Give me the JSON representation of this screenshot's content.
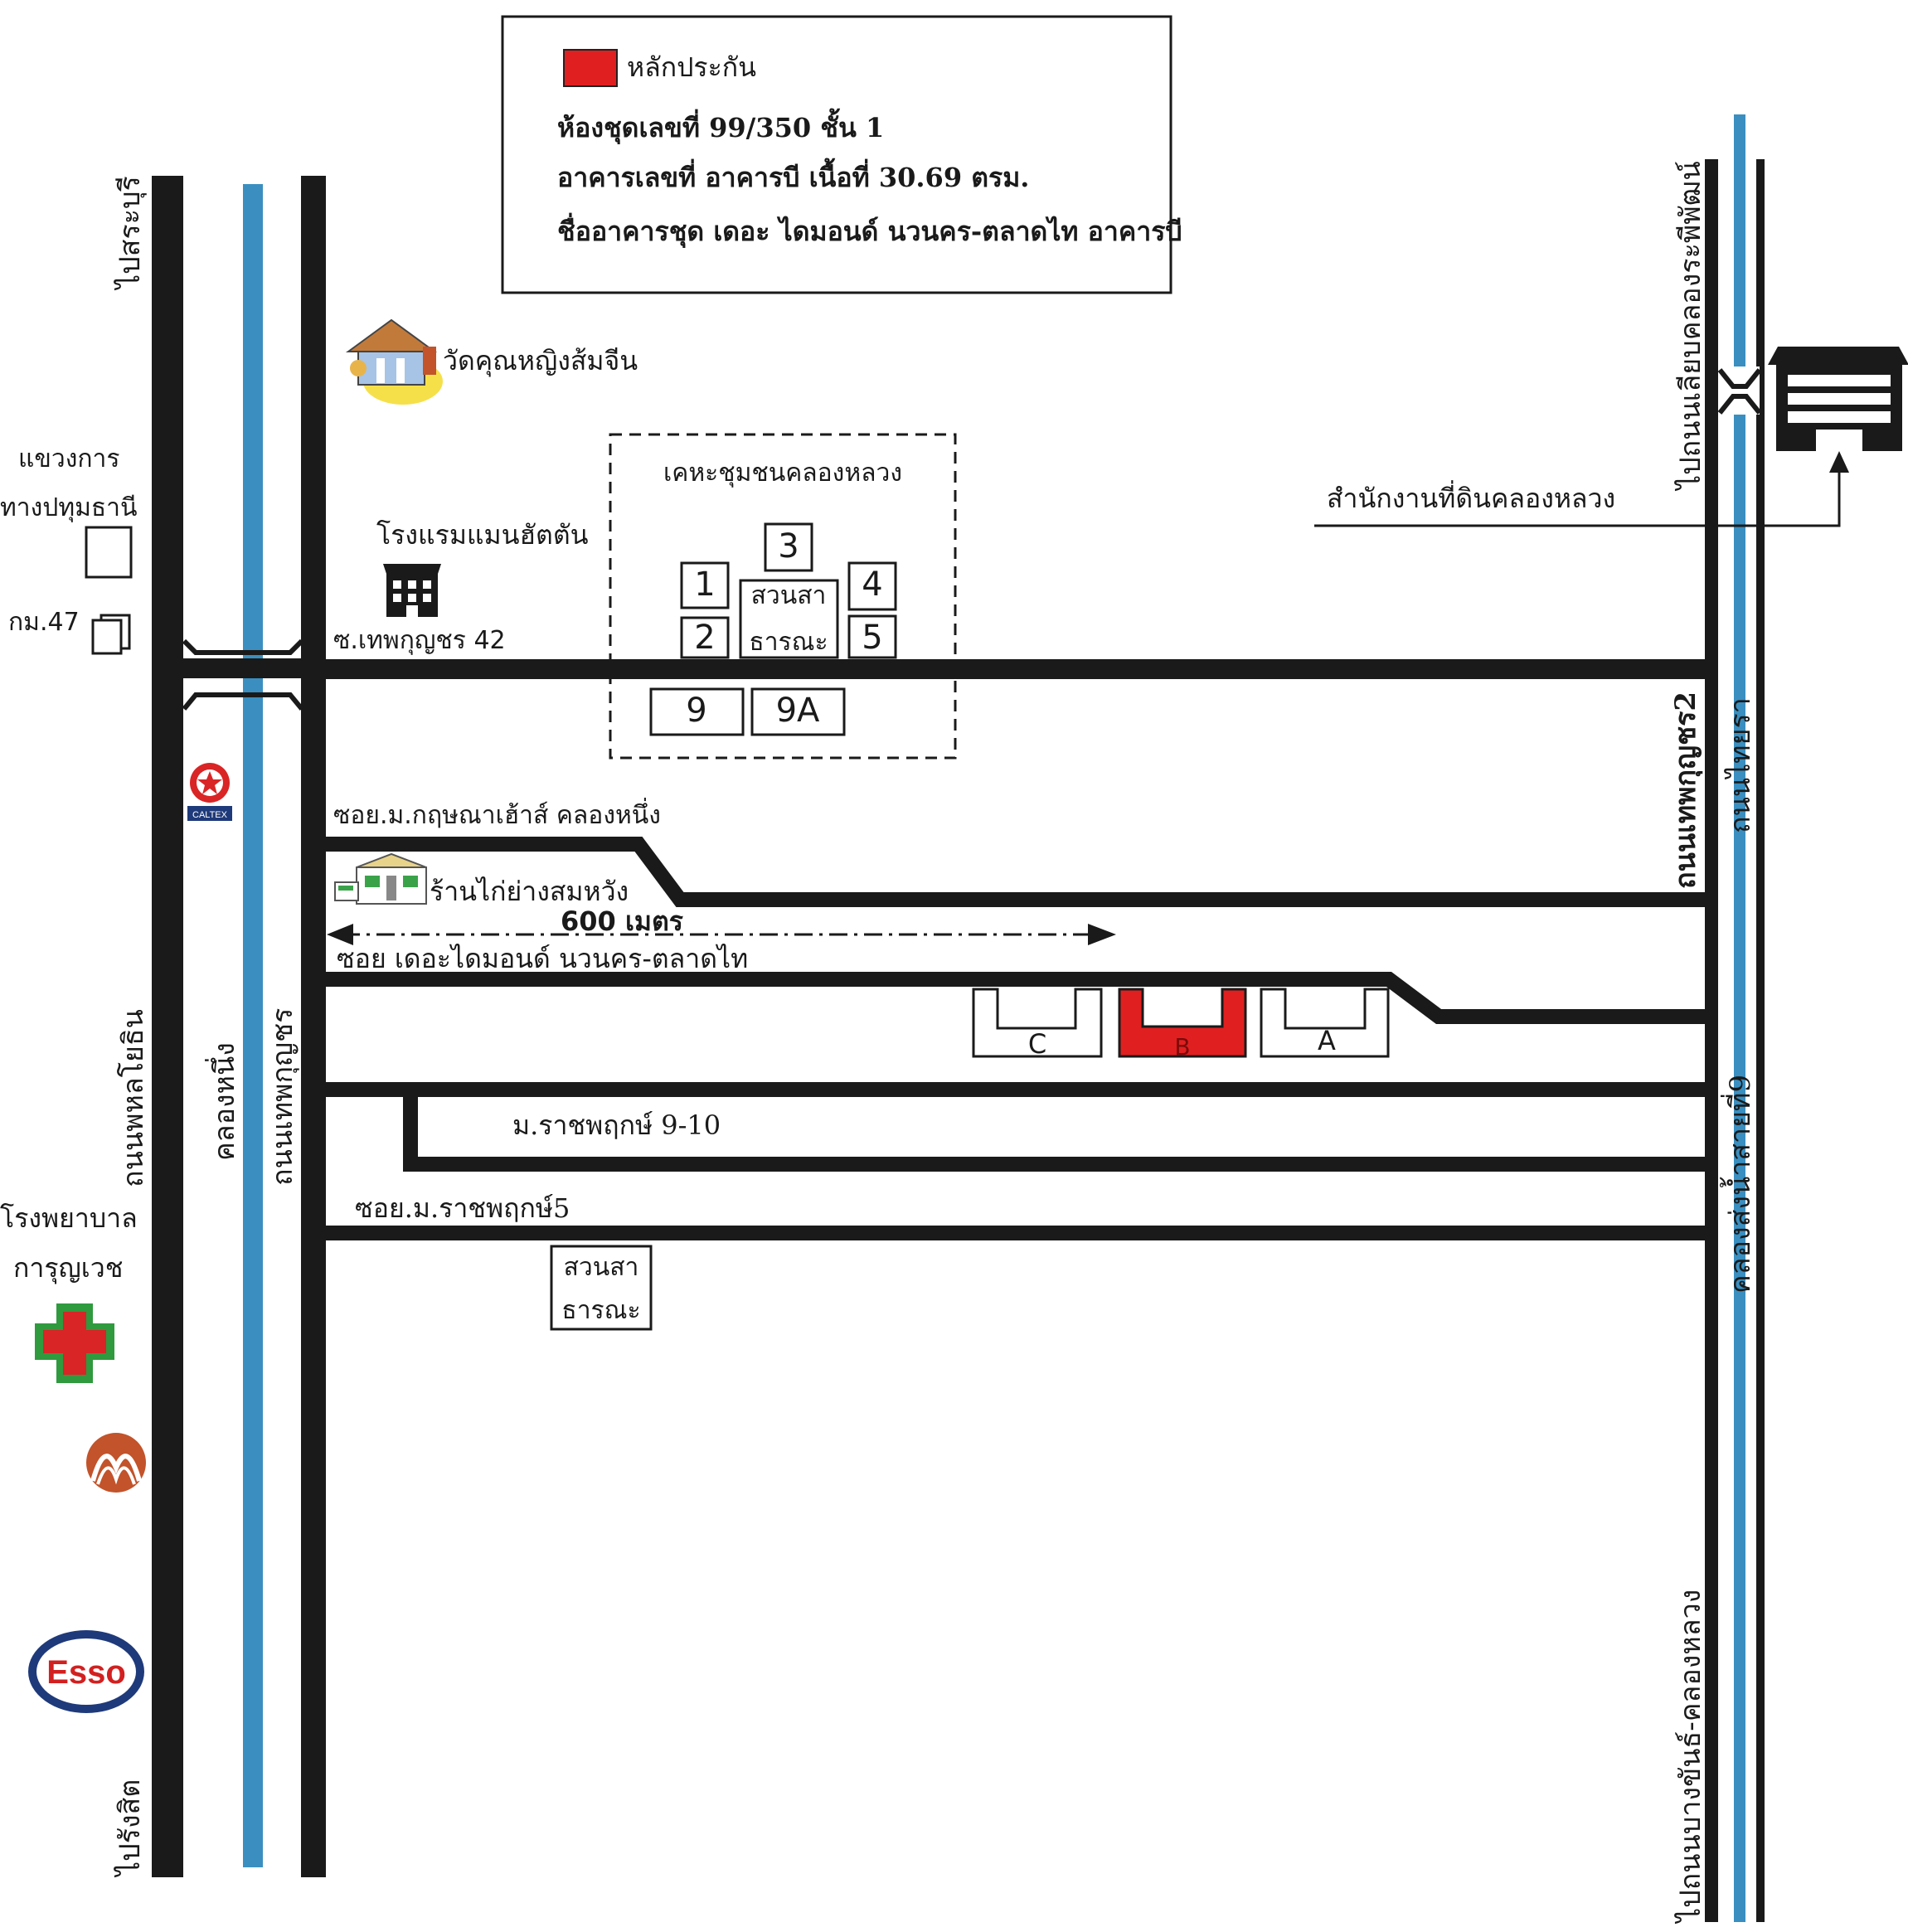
{
  "legend": {
    "collateral_label": "หลักประกัน",
    "collateral_color": "#e02020",
    "line1": "ห้องชุดเลขที่ 99/350  ชั้น 1",
    "line2": "อาคารเลขที่  อาคารบี    เนื้อที่ 30.69 ตรม.",
    "line3": "ชื่ออาคารชุด เดอะ ไดมอนด์ นวนคร-ตลาดไท อาคารบี"
  },
  "directions": {
    "to_saraburi": "ไปสระบุรี",
    "to_rangsit": "ไปรังสิต",
    "to_khlong_ra_phiphat": "ไปถนนเลียบคลองระพีพัฒน์",
    "to_bang_khan": "ไปถนนบางขันธ์-คลองหลวง"
  },
  "roads": {
    "phahon_yothin": "ถนนพหลโยธิน",
    "khlong_nueng": "คลองหนึ่ง",
    "thep_kunchon": "ถนนเทพกุญชร",
    "thep_kunchon_2": "ถนนเทพกุญชร2",
    "thai_ya": "ถนนไทยรา",
    "canal_9": "คลองส่งน้ำสายที่9",
    "soi_42": "ซ.เทพกุญชร 42",
    "soi_kritsana": "ซอย.ม.กฤษณาเฮ้าส์ คลองหนึ่ง",
    "soi_diamond": "ซอย เดอะไดมอนด์ นวนคร-ตลาดไท",
    "ratchaphruek_9_10": "ม.ราชพฤกษ์ 9-10",
    "soi_ratchaphruek_5": "ซอย.ม.ราชพฤกษ์5"
  },
  "places": {
    "highway_dept": "แขวงการ",
    "highway_dept_2": "ทางปทุมธานี",
    "km_marker": "กม.47",
    "temple": "วัดคุณหญิงส้มจีน",
    "hotel": "โรงแรมแมนฮัตตัน",
    "community": "เคหะชุมชนคลองหลวง",
    "land_office": "สำนักงานที่ดินคลองหลวง",
    "restaurant": "ร้านไก่ย่างสมหวัง",
    "hospital": "โรงพยาบาล",
    "hospital_2": "การุญเวช",
    "park": "สวนสา",
    "park_2": "ธารณะ",
    "caltex": "CALTEX",
    "esso": "Esso"
  },
  "distance": "600 เมตร",
  "blocks": [
    "1",
    "2",
    "3",
    "4",
    "5",
    "9",
    "9A"
  ],
  "buildings": {
    "a": "A",
    "b": "B",
    "c": "C"
  },
  "colors": {
    "road": "#1a1a1a",
    "canal": "#3a8fc0",
    "highlight": "#e02020"
  }
}
